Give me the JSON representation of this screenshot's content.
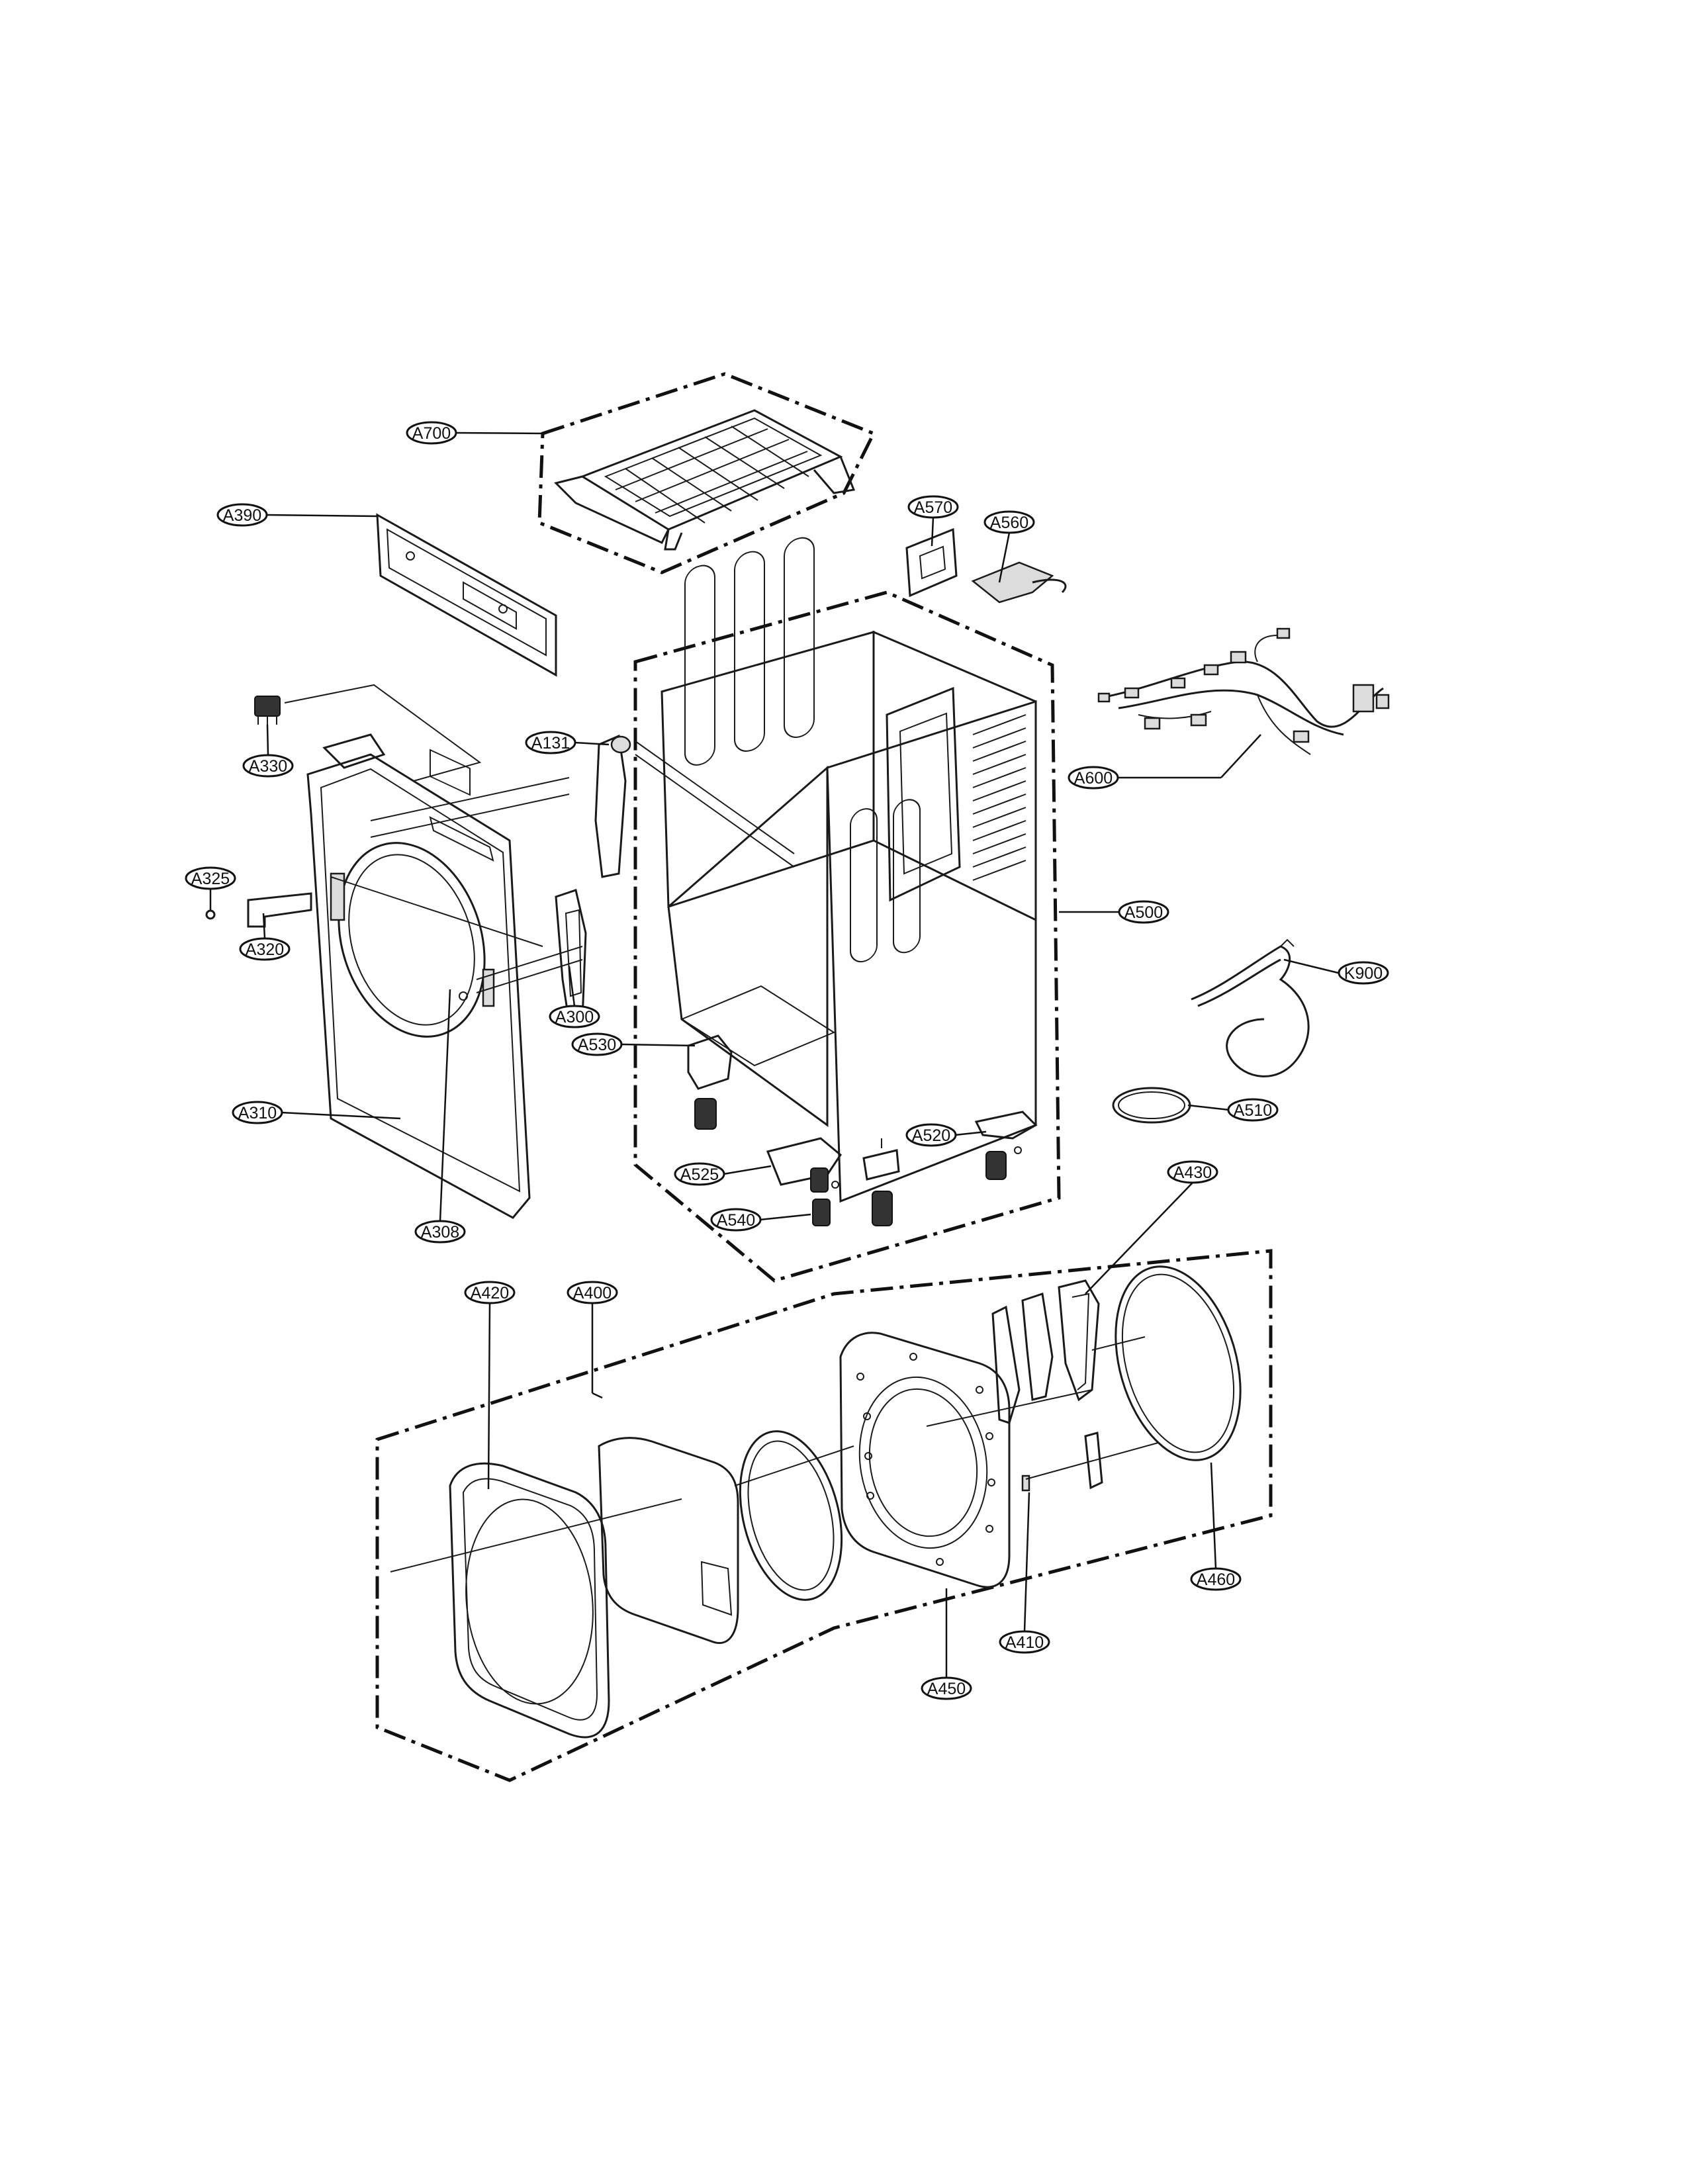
{
  "callouts": {
    "A700": "A700",
    "A390": "A390",
    "A570": "A570",
    "A560": "A560",
    "A330": "A330",
    "A131": "A131",
    "A600": "A600",
    "A325": "A325",
    "A500": "A500",
    "A320": "A320",
    "A300": "A300",
    "K900": "K900",
    "A530": "A530",
    "A310": "A310",
    "A510": "A510",
    "A520": "A520",
    "A525": "A525",
    "A540": "A540",
    "A308": "A308",
    "A430": "A430",
    "A420": "A420",
    "A400": "A400",
    "A460": "A460",
    "A410": "A410",
    "A450": "A450"
  }
}
